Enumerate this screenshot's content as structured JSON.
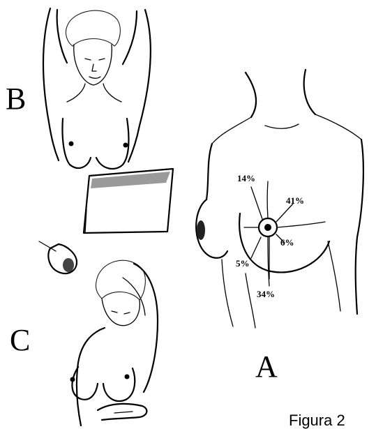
{
  "labels": {
    "panel_a": "A",
    "panel_b": "B",
    "panel_c": "C",
    "caption": "Figura 2"
  },
  "quadrant_percentages": {
    "upper_inner": "14%",
    "upper_outer": "41%",
    "lower_outer": "6%",
    "lower_inner": "5%",
    "central": "34%"
  }
}
